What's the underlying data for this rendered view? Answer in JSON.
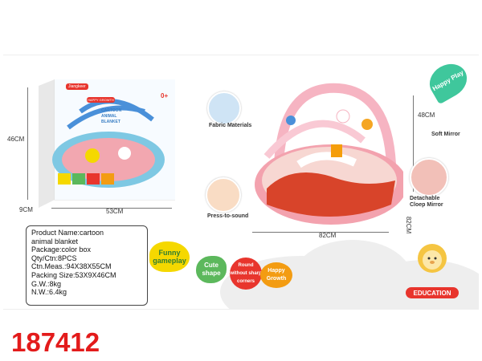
{
  "product_info": {
    "lines": [
      "Product Name:cartoon",
      "animal blanket",
      "Package:color box",
      "Qty/Ctn:8PCS",
      "Ctn.Meas.:94X38X55CM",
      "Packing Size:53X9X46CM",
      "G.W.:8kg",
      "N.W.:6.4kg"
    ]
  },
  "box": {
    "brand": "Jiangkeer",
    "title_lines": [
      "CARTOON",
      "ANIMAL",
      "BLANKET"
    ],
    "badge": "HAPPY GROWTH",
    "age": "0+",
    "height_label": "46CM",
    "depth_label": "9CM",
    "width_label": "53CM"
  },
  "mat": {
    "width_label": "82CM",
    "depth_label": "82CM",
    "height_label": "48CM"
  },
  "features": {
    "happy_play": "Happy Play",
    "fabric": "Fabric Materials",
    "soft_mirror": "Soft Mirror",
    "detachable": "Detachable Cloep Mirror",
    "press": "Press-to-sound"
  },
  "badges": {
    "funny": "Funny gameplay",
    "cute": "Cute shape",
    "round": "Round without sharp corners",
    "happy": "Happy Growth"
  },
  "education": "EDUCATION",
  "product_code": "187412",
  "colors": {
    "code_red": "#e31b1b",
    "mat_pink": "#f2a7b0",
    "box_blue": "#3b7fc4",
    "green_badge": "#5cb85c",
    "yellow_badge": "#f5d800"
  }
}
